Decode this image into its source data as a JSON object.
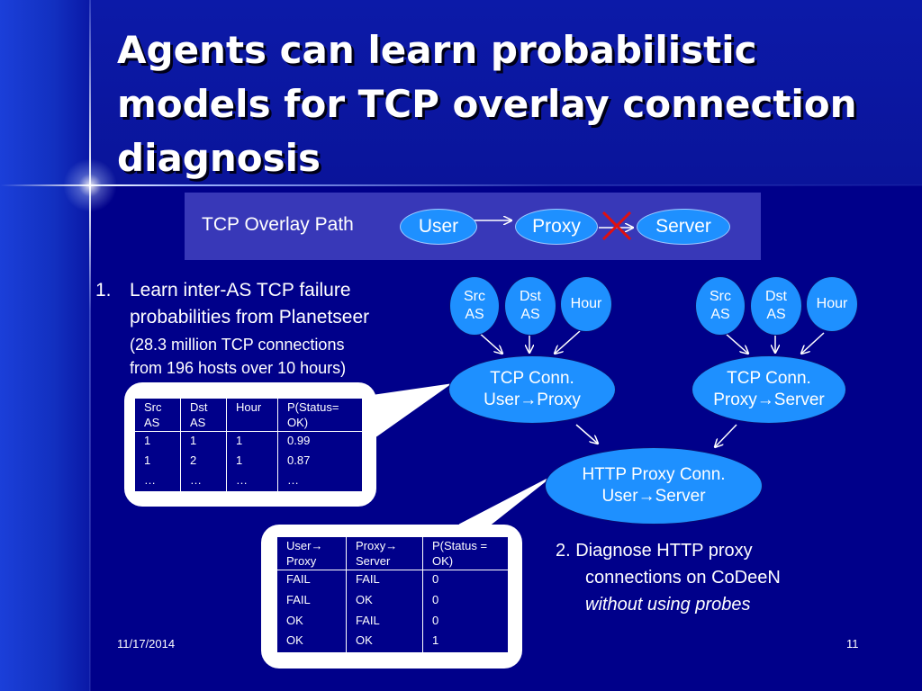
{
  "slide": {
    "title": "Agents can learn probabilistic models for TCP overlay connection diagnosis",
    "date": "11/17/2014",
    "page_number": "11"
  },
  "overlay_path": {
    "label": "TCP Overlay Path",
    "nodes": [
      "User",
      "Proxy",
      "Server"
    ]
  },
  "network": {
    "left": {
      "src": "Src AS",
      "dst": "Dst AS",
      "hour": "Hour",
      "conn_line1": "TCP Conn.",
      "conn_line2": "User→Proxy"
    },
    "right": {
      "src": "Src AS",
      "dst": "Dst AS",
      "hour": "Hour",
      "conn_line1": "TCP Conn.",
      "conn_line2": "Proxy→Server"
    },
    "http": {
      "line1": "HTTP Proxy Conn.",
      "line2": "User→Server"
    }
  },
  "step1": {
    "number": "1.",
    "line1": "Learn inter-AS TCP failure",
    "line2": "probabilities from Planetseer",
    "line3": "(28.3 million TCP connections",
    "line4": "from 196 hosts over 10 hours)"
  },
  "step2": {
    "line1": "2. Diagnose HTTP proxy",
    "line2": "connections on CoDeeN",
    "line3": "without using probes"
  },
  "table1": {
    "headers": [
      "Src AS",
      "Dst AS",
      "Hour",
      "P(Status= OK)"
    ],
    "rows": [
      [
        "1",
        "1",
        "1",
        "0.99"
      ],
      [
        "1",
        "2",
        "1",
        "0.87"
      ],
      [
        "…",
        "…",
        "…",
        "…"
      ]
    ]
  },
  "table2": {
    "headers": [
      "User→ Proxy",
      "Proxy→ Server",
      "P(Status = OK)"
    ],
    "rows": [
      [
        "FAIL",
        "FAIL",
        "0"
      ],
      [
        "FAIL",
        "OK",
        "0"
      ],
      [
        "OK",
        "FAIL",
        "0"
      ],
      [
        "OK",
        "OK",
        "1"
      ]
    ]
  },
  "colors": {
    "background": "#00008a",
    "node_fill": "#1e90ff",
    "path_box": "#3838b8",
    "fail_mark": "#e01010"
  }
}
